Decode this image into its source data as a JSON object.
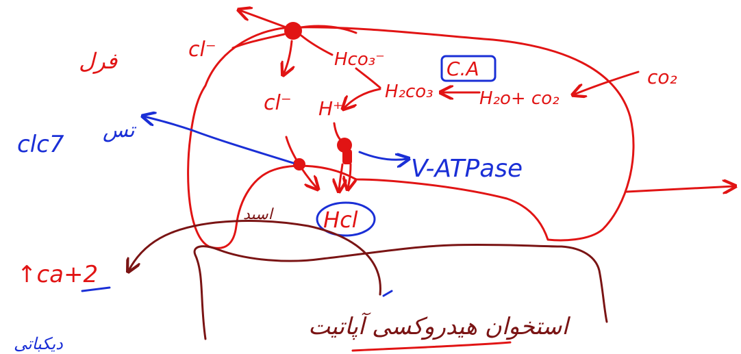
{
  "colors": {
    "cell_outline": "#e11414",
    "annotation_blue": "#1a2fd6",
    "bone": "#7a1414"
  },
  "labels": {
    "cell_label": "فرل",
    "cl_out": "cl⁻",
    "hco3": "Hco₃⁻",
    "ca_box": "C.A",
    "co2_in": "co₂",
    "cl_in": "cl⁻",
    "h_plus": "H⁺",
    "h2co3": "H₂co₃",
    "h2o_co2": "H₂o+ co₂",
    "clc7": "clc7",
    "clc7_note": "تس",
    "v_atpase": "V-ATPase",
    "hcl": "Hcl",
    "acid_note": "اسید",
    "ca_released": "↑ca+2",
    "bone_label": "استخوان هیدروکسی آپاتیت",
    "corner_note": "دیکباتی"
  }
}
